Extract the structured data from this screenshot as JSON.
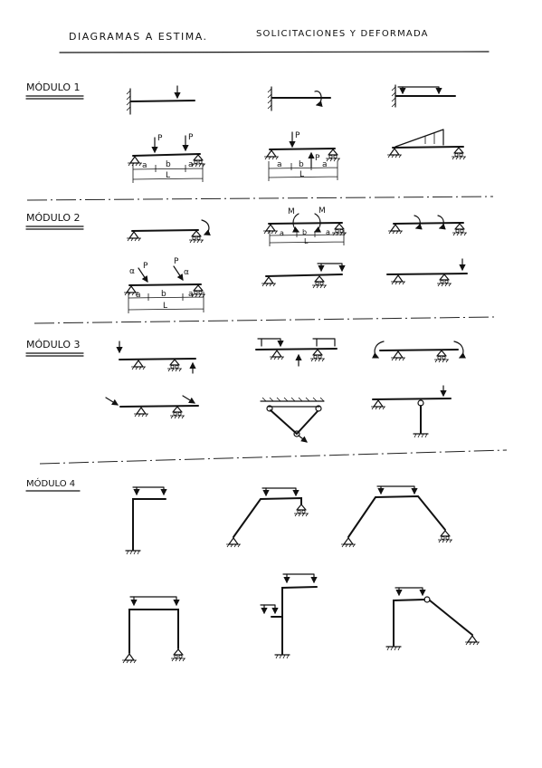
{
  "header": {
    "title_left": "DIAGRAMAS A ESTIMA.",
    "title_right": "SOLICITACIONES Y DEFORMADA"
  },
  "modules": [
    {
      "label": "MÓDULO 1"
    },
    {
      "label": "MÓDULO 2"
    },
    {
      "label": "MÓDULO 3"
    },
    {
      "label": "MÓDULO 4"
    }
  ],
  "dimension_labels": {
    "a": "a",
    "b": "b",
    "L": "L",
    "P": "P",
    "M": "M",
    "alpha": "α"
  },
  "colors": {
    "ink": "#111111",
    "paper": "#ffffff"
  }
}
